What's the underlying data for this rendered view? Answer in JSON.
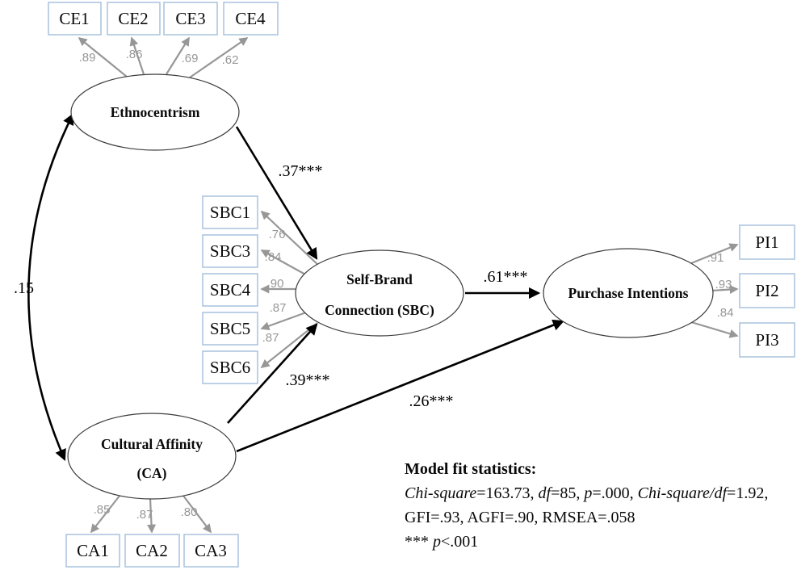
{
  "diagram": {
    "constructs": {
      "ethnocentrism": {
        "label": "Ethnocentrism"
      },
      "sbc": {
        "line1": "Self-Brand",
        "line2": "Connection (SBC)"
      },
      "pi": {
        "label": "Purchase Intentions"
      },
      "ca": {
        "line1": "Cultural Affinity",
        "line2": "(CA)"
      }
    },
    "indicators": {
      "ce": [
        {
          "label": "CE1",
          "loading": ".89"
        },
        {
          "label": "CE2",
          "loading": ".86"
        },
        {
          "label": "CE3",
          "loading": ".69"
        },
        {
          "label": "CE4",
          "loading": ".62"
        }
      ],
      "sbc": [
        {
          "label": "SBC1",
          "loading": ".76"
        },
        {
          "label": "SBC3",
          "loading": ".84"
        },
        {
          "label": "SBC4",
          "loading": ".90"
        },
        {
          "label": "SBC5",
          "loading": ".87"
        },
        {
          "label": "SBC6",
          "loading": ".87"
        }
      ],
      "pi": [
        {
          "label": "PI1",
          "loading": ".91"
        },
        {
          "label": "PI2",
          "loading": ".93"
        },
        {
          "label": "PI3",
          "loading": ".84"
        }
      ],
      "ca": [
        {
          "label": "CA1",
          "loading": ".85"
        },
        {
          "label": "CA2",
          "loading": ".87"
        },
        {
          "label": "CA3",
          "loading": ".80"
        }
      ]
    },
    "paths": {
      "ce_sbc": ".37***",
      "ca_sbc": ".39***",
      "ca_pi": ".26***",
      "sbc_pi": ".61***",
      "ce_ca_correlation": ".15"
    },
    "fit": {
      "title": "Model fit statistics:",
      "line2": [
        {
          "text": "Chi-square",
          "italic": true
        },
        {
          "text": "=163.73, ",
          "italic": false
        },
        {
          "text": "df",
          "italic": true
        },
        {
          "text": "=85, ",
          "italic": false
        },
        {
          "text": "p",
          "italic": true
        },
        {
          "text": "=.000, ",
          "italic": false
        },
        {
          "text": "Chi-square/df",
          "italic": true
        },
        {
          "text": "=1.92,",
          "italic": false
        }
      ],
      "line3": "GFI=.93, AGFI=.90, RMSEA=.058",
      "line4": [
        {
          "text": "*** ",
          "italic": false
        },
        {
          "text": "p",
          "italic": true
        },
        {
          "text": "<.001",
          "italic": false
        }
      ]
    },
    "colors": {
      "box_border": "#a9c2dd",
      "gray": "#979797",
      "black": "#000000"
    }
  }
}
